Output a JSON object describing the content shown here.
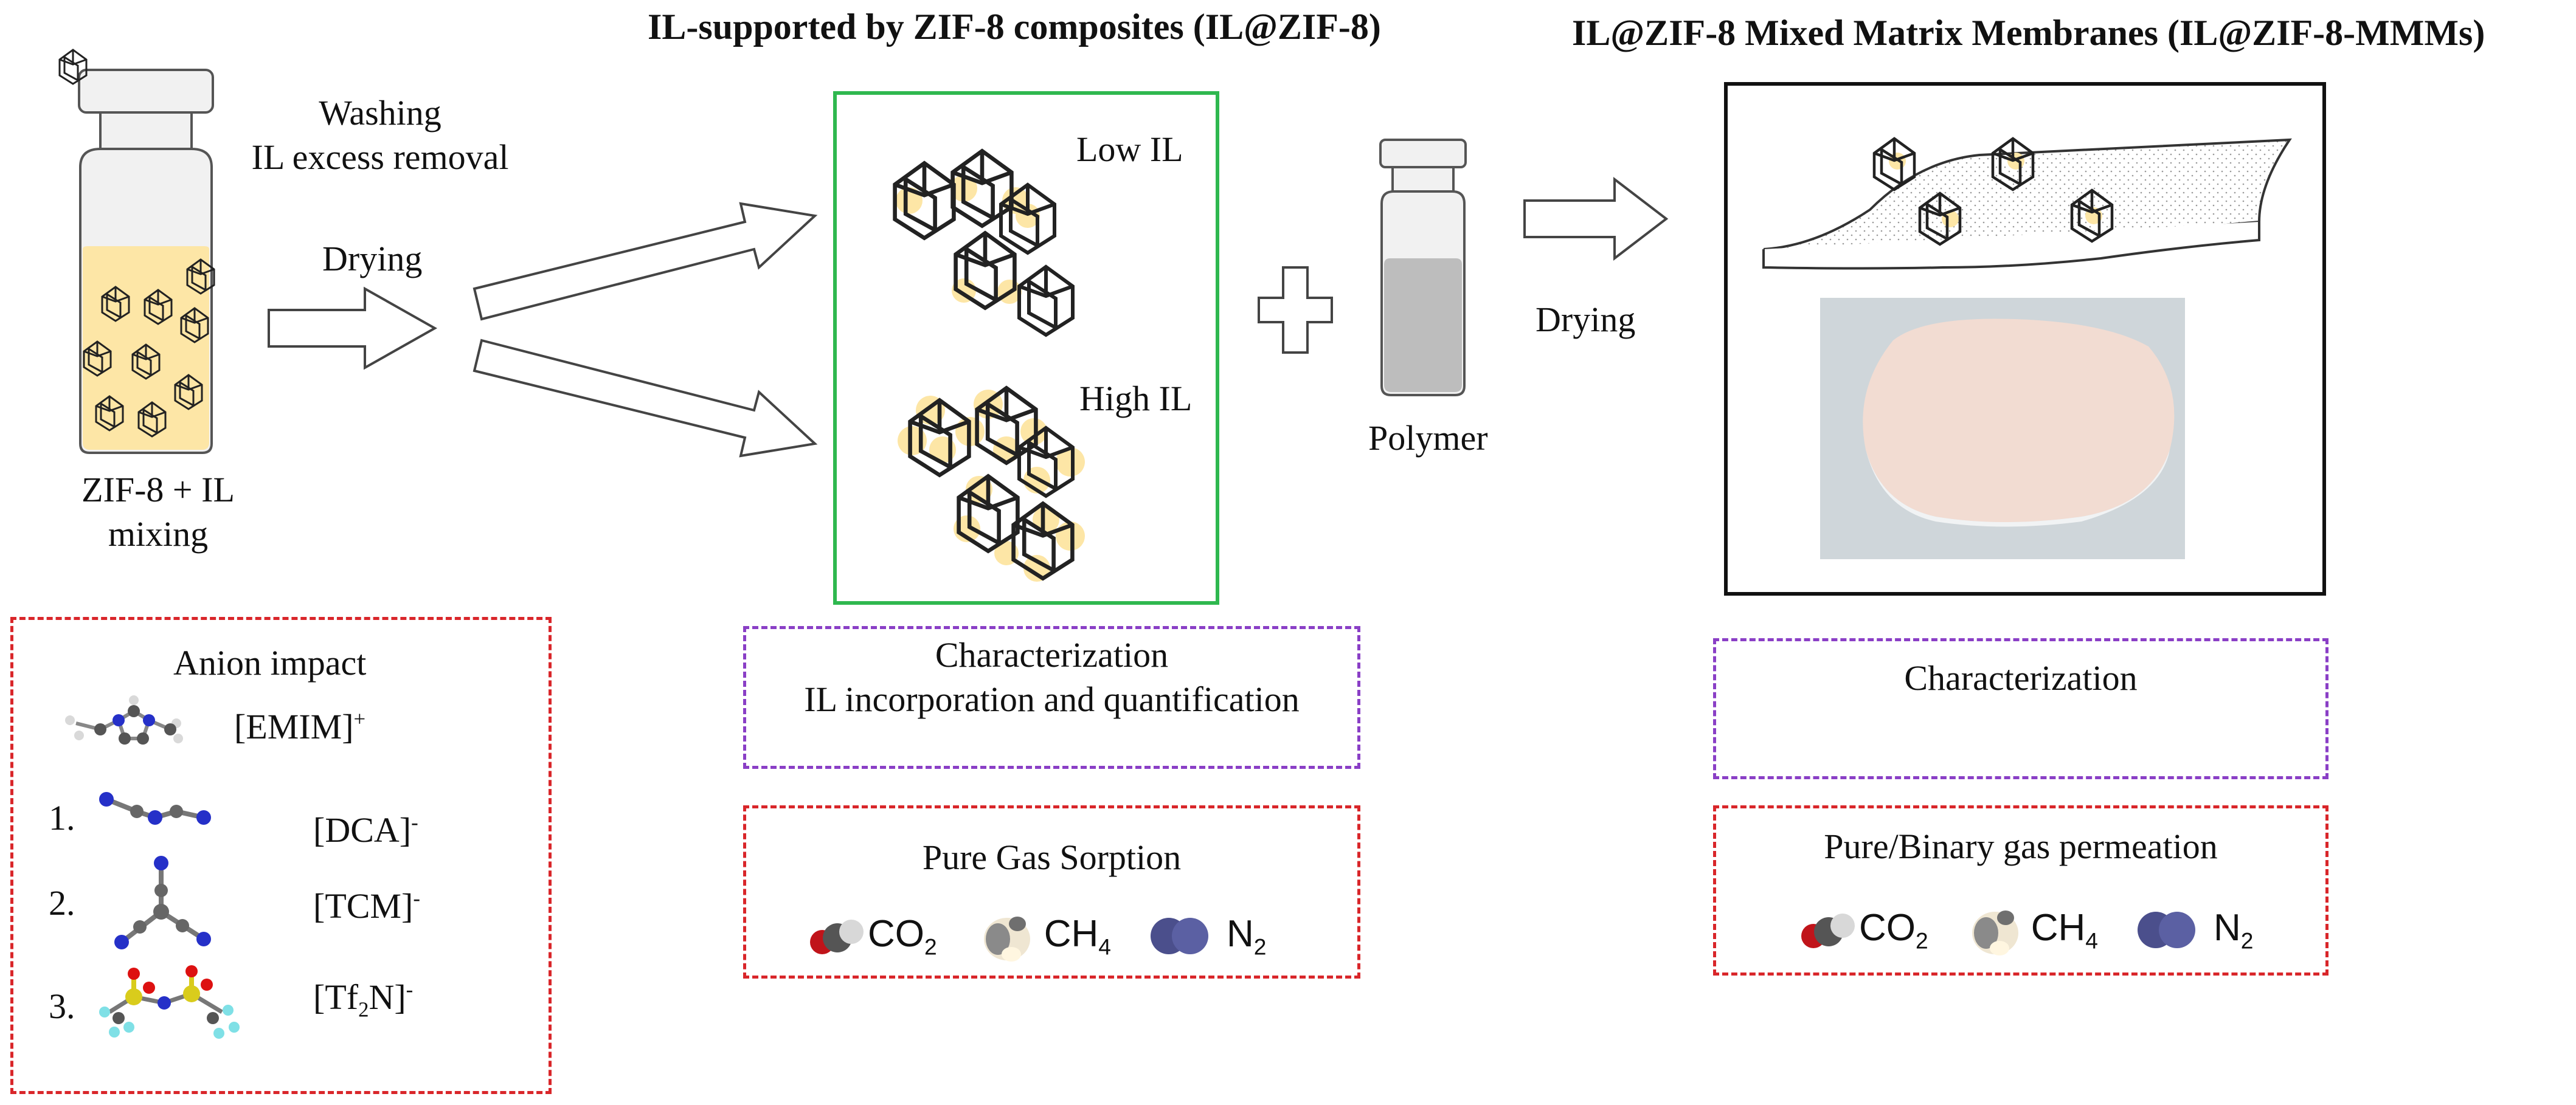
{
  "titles": {
    "composites": "IL-supported by ZIF-8 composites (IL@ZIF-8)",
    "membranes": "IL@ZIF-8 Mixed Matrix Membranes (IL@ZIF-8-MMMs)"
  },
  "step1": {
    "vial_caption_line1": "ZIF-8 + IL",
    "vial_caption_line2": "mixing",
    "washing_line1": "Washing",
    "washing_line2": "IL excess removal",
    "drying": "Drying"
  },
  "composites": {
    "low_il": "Low IL",
    "high_il": "High IL",
    "characterization_line1": "Characterization",
    "characterization_line2": "IL incorporation and quantification",
    "sorption_title": "Pure Gas Sorption"
  },
  "polymer": {
    "label": "Polymer",
    "drying": "Drying"
  },
  "membranes": {
    "characterization": "Characterization",
    "permeation_title": "Pure/Binary gas permeation"
  },
  "gases": {
    "co2_main": "CO",
    "co2_sub": "2",
    "ch4_main": "CH",
    "ch4_sub": "4",
    "n2_main": "N",
    "n2_sub": "2"
  },
  "anion": {
    "title": "Anion impact",
    "cation_main": "[EMIM]",
    "cation_sup": "+",
    "items": [
      {
        "num": "1.",
        "label": "[DCA]",
        "sup": "-"
      },
      {
        "num": "2.",
        "label": "[TCM]",
        "sup": "-"
      },
      {
        "num": "3.",
        "label_a": "[Tf",
        "label_sub": "2",
        "label_b": "N]",
        "sup": "-"
      }
    ]
  },
  "colors": {
    "il_fill": "#fde6a6",
    "red_dash": "#d9262a",
    "purple_dash": "#8a3fc6",
    "green_frame": "#2fb84f",
    "vial_glass": "#f1f1f1",
    "polymer_fill": "#bdbdbd",
    "membrane_photo_bg": "#cfd6da",
    "membrane_disc": "#f2dcd2"
  }
}
